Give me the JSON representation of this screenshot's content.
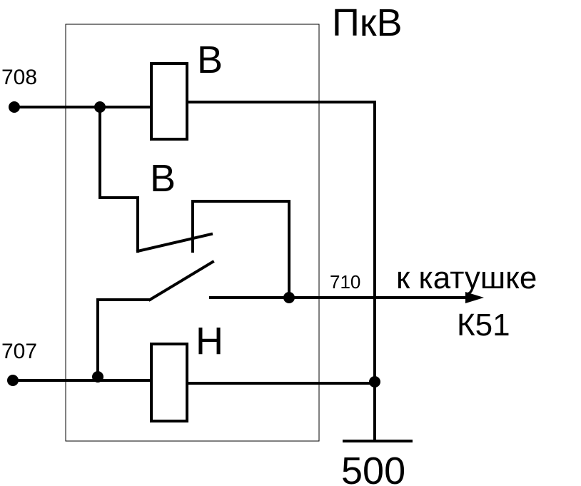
{
  "diagram": {
    "block_label": "ПкВ",
    "coil_upper_label": "B",
    "contact_label": "B",
    "coil_lower_label": "H",
    "terminal_708": "708",
    "terminal_707": "707",
    "node_710": "710",
    "output_label_line1": "к катушке",
    "output_label_line2": "К51",
    "ground_label": "500"
  }
}
